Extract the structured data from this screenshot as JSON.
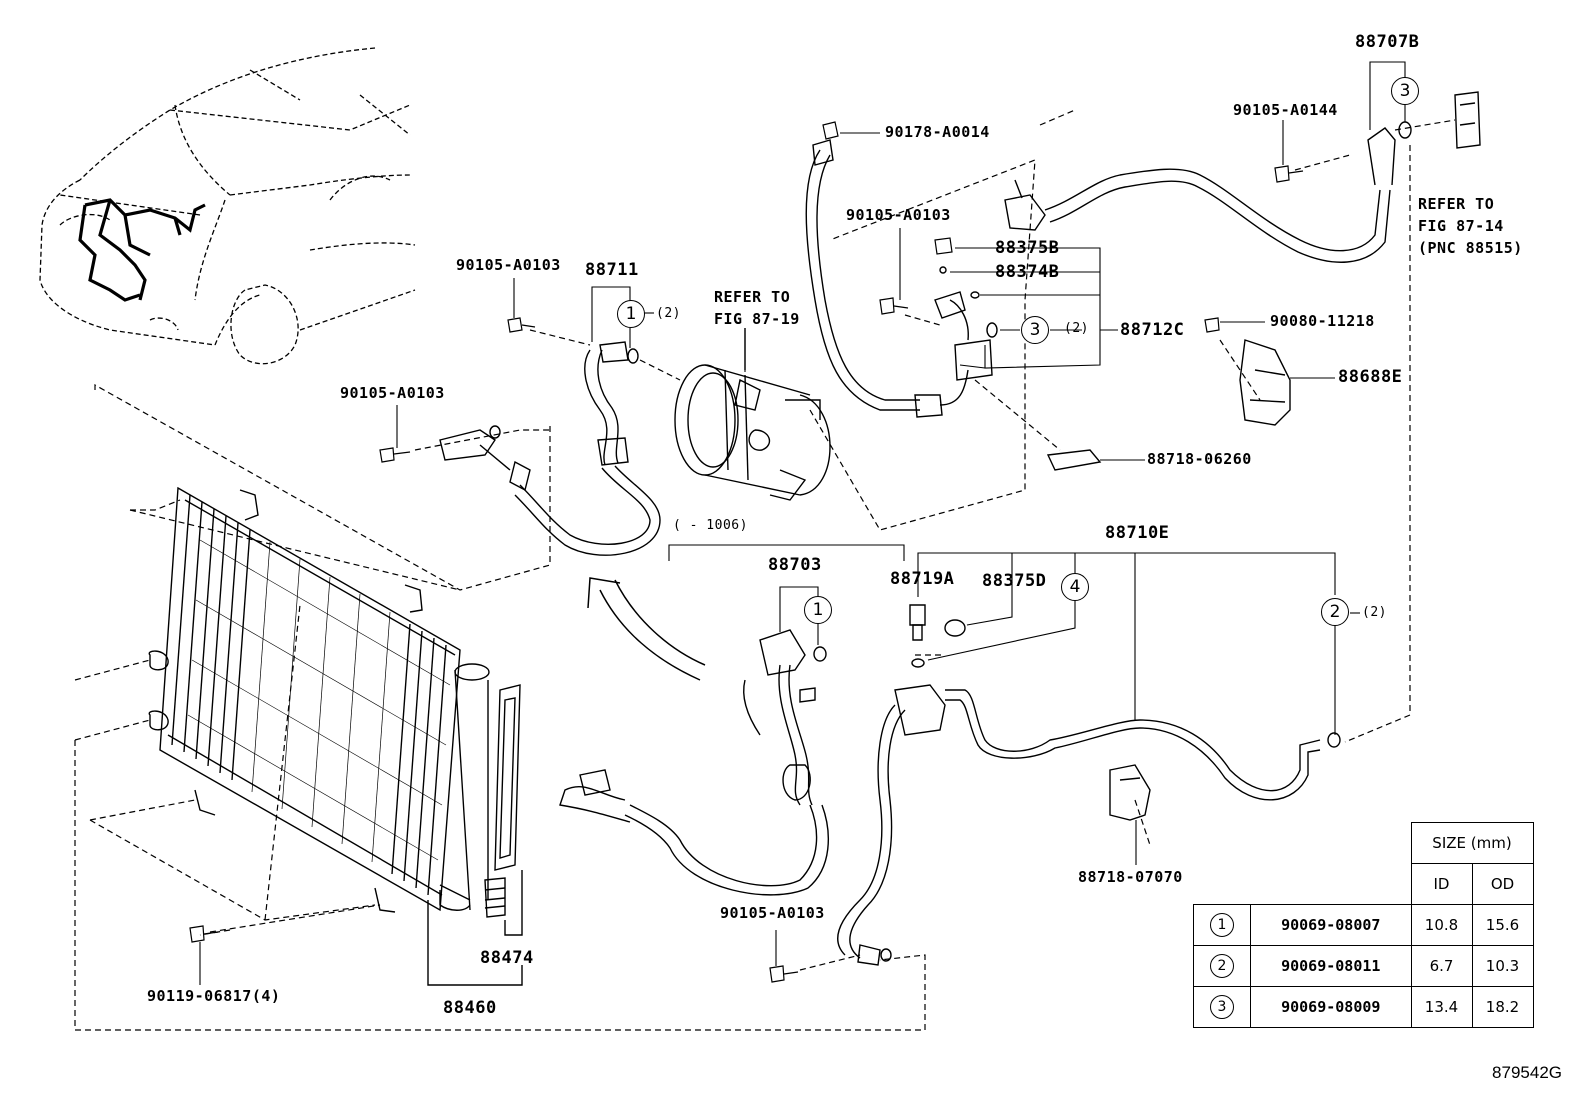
{
  "labels": {
    "p88707B": "88707B",
    "p90105_A0144": "90105-A0144",
    "p90178_A0014": "90178-A0014",
    "p90105_A0103_top": "90105-A0103",
    "p88375B": "88375B",
    "p88374B": "88374B",
    "p88712C": "88712C",
    "p90080_11218": "90080-11218",
    "p88688E": "88688E",
    "p88718_06260": "88718-06260",
    "refer_87_14_l1": "REFER TO",
    "refer_87_14_l2": "FIG 87-14",
    "refer_87_14_l3": "(PNC 88515)",
    "p90105_A0103_left": "90105-A0103",
    "p88711": "88711",
    "refer_87_19_l1": "REFER TO",
    "refer_87_19_l2": "FIG 87-19",
    "p90105_A0103_mid": "90105-A0103",
    "range_1006": "(    - 1006)",
    "p88703": "88703",
    "p88719A": "88719A",
    "p88375D": "88375D",
    "p88710E": "88710E",
    "p88718_07070": "88718-07070",
    "p90105_A0103_bottom": "90105-A0103",
    "p88474": "88474",
    "p88460": "88460",
    "p90119_06817": "90119-06817(4)",
    "qty2_a": "(2)",
    "qty2_b": "(2)",
    "qty2_c": "(2)"
  },
  "callouts": {
    "c1_88711": "1",
    "c1_88703": "1",
    "c2_88710E": "2",
    "c3_88707B": "3",
    "c3_88712C": "3",
    "c4_88710E": "4"
  },
  "size_table": {
    "header": "SIZE (mm)",
    "col_id": "ID",
    "col_od": "OD",
    "rows": [
      {
        "mark": "1",
        "part": "90069-08007",
        "id": "10.8",
        "od": "15.6"
      },
      {
        "mark": "2",
        "part": "90069-08011",
        "id": "6.7",
        "od": "10.3"
      },
      {
        "mark": "3",
        "part": "90069-08009",
        "id": "13.4",
        "od": "18.2"
      }
    ]
  },
  "figure_id": "879542G"
}
